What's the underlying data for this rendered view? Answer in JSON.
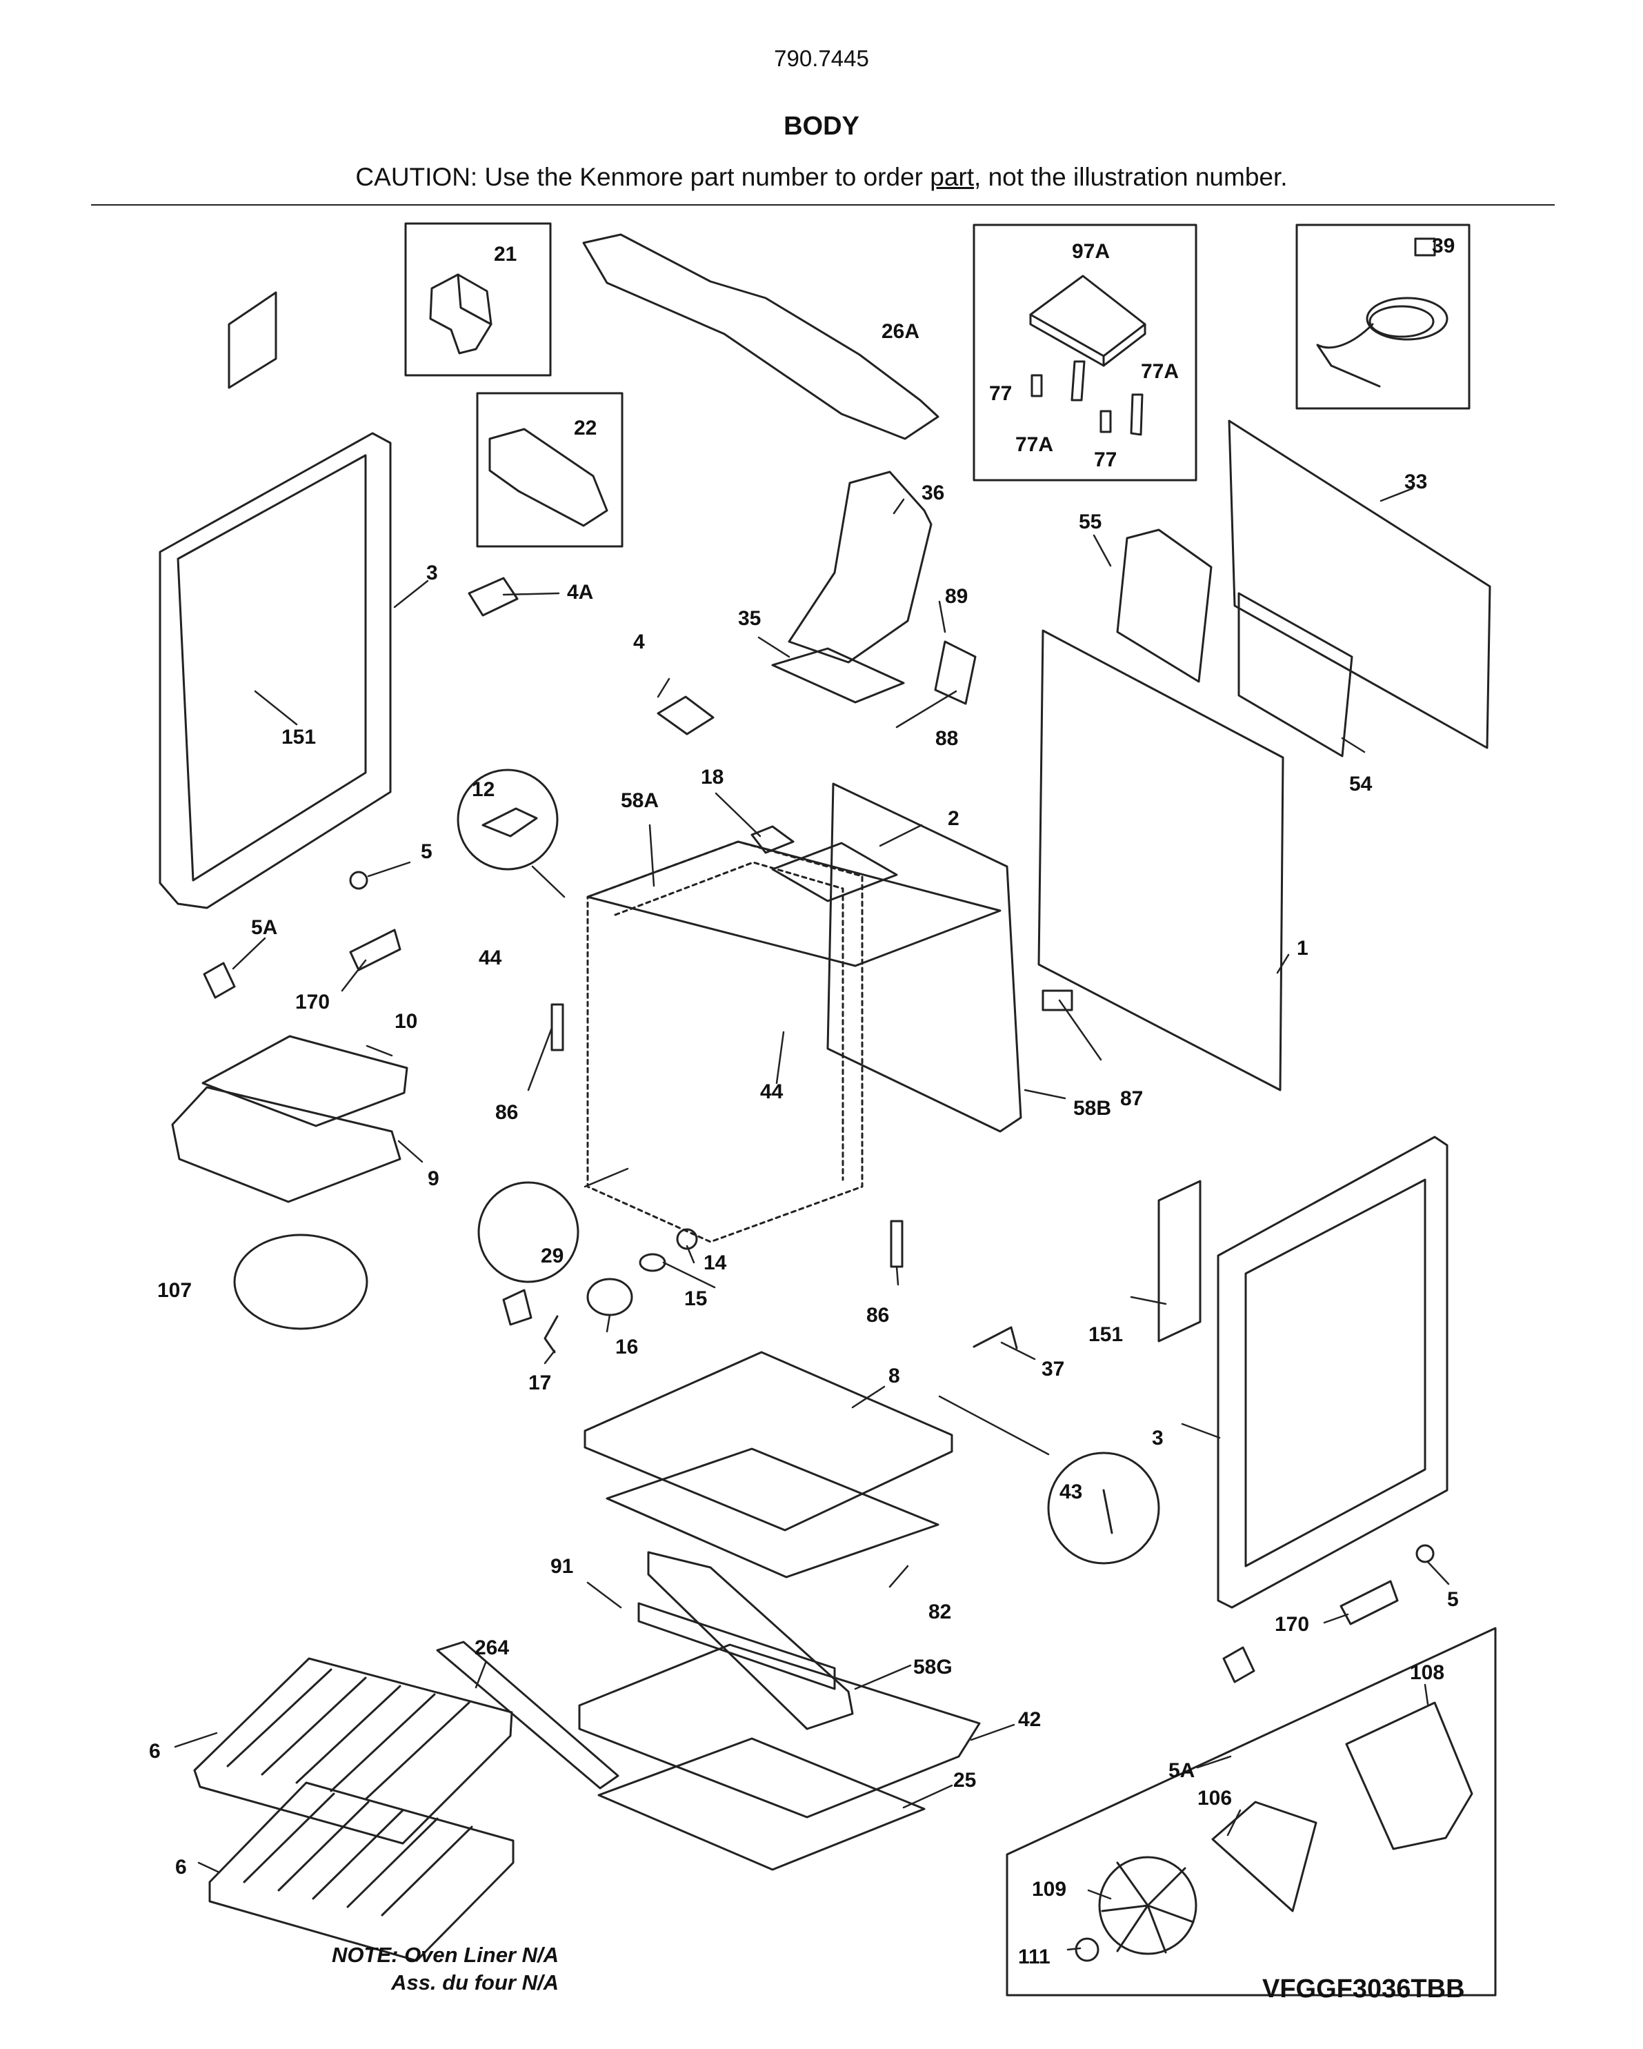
{
  "header": {
    "model_number": "790.7445",
    "section_title": "BODY",
    "caution_prefix": "CAUTION: Use the Kenmore part number to order ",
    "caution_link": "part",
    "caution_suffix": ", not the illustration number."
  },
  "callouts": {
    "c21": "21",
    "c26A": "26A",
    "c97A": "97A",
    "c39": "39",
    "c77a": "77",
    "c77Aa": "77A",
    "c77Ab": "77A",
    "c77b": "77",
    "c22": "22",
    "c36": "36",
    "c33": "33",
    "c3a": "3",
    "c4A": "4A",
    "c55": "55",
    "c89": "89",
    "c4": "4",
    "c35": "35",
    "c151a": "151",
    "c88": "88",
    "c54": "54",
    "c12": "12",
    "c18": "18",
    "c58A": "58A",
    "c2": "2",
    "c5a": "5",
    "c5Aa": "5A",
    "c44a": "44",
    "c1": "1",
    "c170a": "170",
    "c10": "10",
    "c87": "87",
    "c86a": "86",
    "c44b": "44",
    "c58B": "58B",
    "c9": "9",
    "c29": "29",
    "c14": "14",
    "c107": "107",
    "c15": "15",
    "c86b": "86",
    "c151b": "151",
    "c37": "37",
    "c16": "16",
    "c17": "17",
    "c8": "8",
    "c3b": "3",
    "c43": "43",
    "c91": "91",
    "c82": "82",
    "c5b": "5",
    "c170b": "170",
    "c264": "264",
    "c58G": "58G",
    "c108": "108",
    "c42": "42",
    "c6a": "6",
    "c5Ab": "5A",
    "c25": "25",
    "c106": "106",
    "c6b": "6",
    "c109": "109",
    "c111": "111"
  },
  "notes": {
    "line1": "NOTE: Oven Liner N/A",
    "line2": "Ass. du four N/A"
  },
  "model_code": "VFGGF3036TBB"
}
